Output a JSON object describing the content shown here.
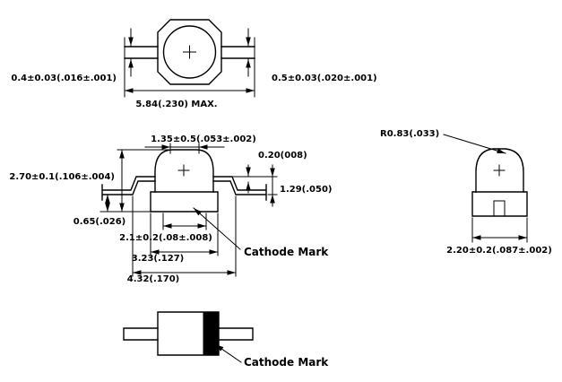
{
  "drawing": {
    "colors": {
      "line": "#000000",
      "cathode_band": "#000000",
      "background": "#ffffff"
    },
    "views": {
      "top": {
        "dims": {
          "lead_width_left": "0.4±0.03(.016±.001)",
          "lead_width_right": "0.5±0.03(.020±.001)",
          "overall_length": "5.84(.230) MAX."
        }
      },
      "front": {
        "dims": {
          "top_width": "1.35±0.5(.053±.002)",
          "lead_thickness": "0.20(008)",
          "body_height": "2.70±0.1(.106±.004)",
          "lead_height": "1.29(.050)",
          "standoff": "0.65(.026)",
          "inner_width": "2.1±0.2(.08±.008)",
          "base_width": "3.23(.127)",
          "lead_span": "4.32(.170)",
          "cathode_label": "Cathode Mark"
        }
      },
      "side": {
        "dims": {
          "dome_radius": "R0.83(.033)",
          "body_width": "2.20±0.2(.087±.002)"
        }
      },
      "bottom": {
        "dims": {
          "cathode_label": "Cathode Mark"
        }
      }
    }
  }
}
